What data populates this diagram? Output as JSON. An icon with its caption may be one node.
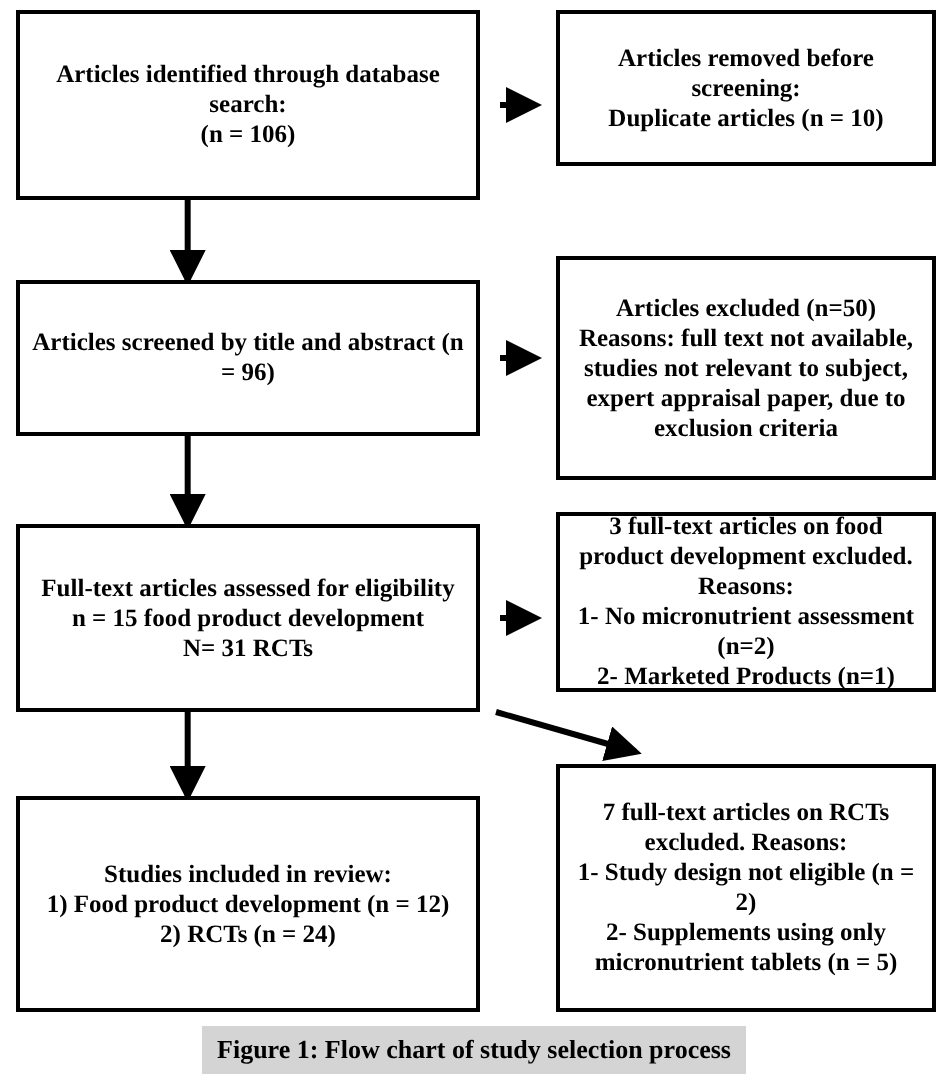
{
  "diagram": {
    "caption": "Figure 1: Flow chart of study selection process",
    "nodes": [
      {
        "text": [
          "Articles identified through database search:",
          "(n = 106)"
        ]
      },
      {
        "text": [
          "Articles removed before screening:",
          "Duplicate articles (n = 10)"
        ]
      },
      {
        "text": [
          "Articles screened by title and abstract (n = 96)"
        ]
      },
      {
        "text": [
          "Articles excluded (n=50)",
          "Reasons: full text not available, studies not relevant to subject, expert appraisal paper, due to exclusion criteria"
        ]
      },
      {
        "text": [
          "Full-text articles assessed for eligibility",
          "n = 15 food product development",
          "N= 31 RCTs"
        ]
      },
      {
        "text": [
          "3 full-text articles on food product development excluded. Reasons:",
          "1- No micronutrient assessment (n=2)",
          "2- Marketed Products (n=1)"
        ]
      },
      {
        "text": [
          "Studies included in review:",
          "1) Food product development (n = 12)",
          "2) RCTs (n = 24)"
        ]
      },
      {
        "text": [
          "7 full-text articles on RCTs excluded. Reasons:",
          "1- Study design not eligible (n = 2)",
          "2- Supplements using only micronutrient tablets (n = 5)"
        ]
      }
    ],
    "edges": [
      {
        "from": 0,
        "to": 1,
        "arrow": "to"
      },
      {
        "from": 0,
        "to": 2,
        "arrow": "to"
      },
      {
        "from": 2,
        "to": 3,
        "arrow": "to"
      },
      {
        "from": 2,
        "to": 4,
        "arrow": "to"
      },
      {
        "from": 4,
        "to": 5,
        "arrow": "to"
      },
      {
        "from": 4,
        "to": 6,
        "arrow": "to"
      },
      {
        "from": 4,
        "to": 7,
        "arrow": "to"
      }
    ]
  }
}
